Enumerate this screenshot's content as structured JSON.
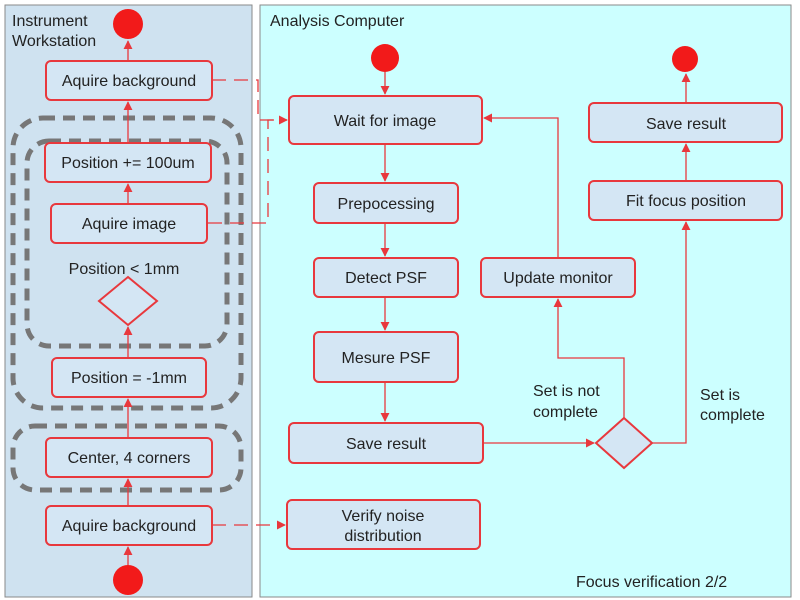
{
  "lanes": {
    "instrument": "Instrument\nWorkstation",
    "analysis": "Analysis Computer"
  },
  "footer": "Focus verification 2/2",
  "colors": {
    "lane_left_fill": "#cfe2f0",
    "lane_right_fill": "#ccffff",
    "lane_border": "#8a8a8a",
    "node_fill": "#d4e6f4",
    "node_border": "#e8383d",
    "arrow": "#e8383d",
    "terminal": "#f21a1a",
    "loop_dash": "#777777"
  },
  "instrument": {
    "acquire_background_top": "Aquire background",
    "position_step": "Position += 100um",
    "acquire_image": "Aquire image",
    "loop_condition": "Position < 1mm",
    "position_start": "Position = -1mm",
    "center_corners": "Center, 4 corners",
    "acquire_background_bottom": "Aquire background"
  },
  "analysis": {
    "wait_for_image": "Wait for image",
    "preprocessing": "Prepocessing",
    "detect_psf": "Detect PSF",
    "measure_psf": "Mesure PSF",
    "save_result_left": "Save result",
    "update_monitor": "Update monitor",
    "fit_focus": "Fit focus position",
    "save_result_right": "Save result",
    "verify_noise": "Verify noise\ndistribution",
    "set_not_complete": "Set is not\ncomplete",
    "set_complete": "Set is\ncomplete"
  }
}
